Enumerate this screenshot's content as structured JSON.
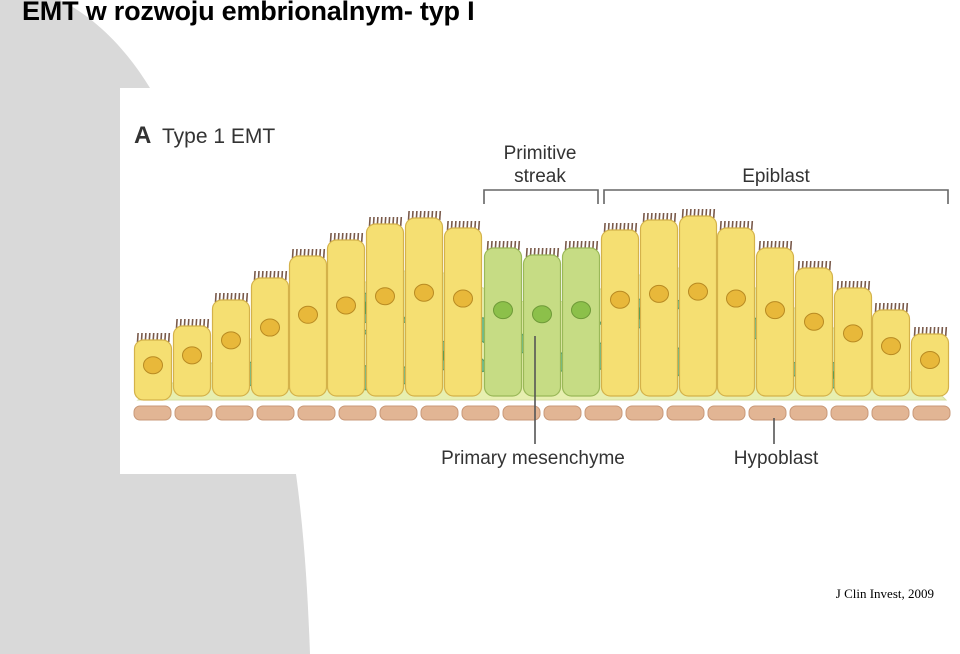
{
  "slide": {
    "title": "EMT w rozwoju embrionalnym- typ I",
    "citation": "J Clin Invest, 2009"
  },
  "diagram": {
    "panel_letter": "A",
    "panel_title": "Type 1 EMT",
    "labels": {
      "primitive_streak_line1": "Primitive",
      "primitive_streak_line2": "streak",
      "epiblast": "Epiblast",
      "primary_mesenchyme": "Primary mesenchyme",
      "hypoblast": "Hypoblast"
    },
    "colors": {
      "epithelial_cell": "#f5df72",
      "streak_cell": "#c6dc84",
      "nucleus_yellow": "#e8b83a",
      "nucleus_green": "#8cc04a",
      "mesenchyme_cell": "#6fba8a",
      "mesenchyme_nucleus": "#3f9a58",
      "matrix": "#e7efb0",
      "hypoblast_cell": "#e2b594",
      "cilia": "#7a5a4a",
      "background_shape": "#d9d9d9"
    }
  }
}
